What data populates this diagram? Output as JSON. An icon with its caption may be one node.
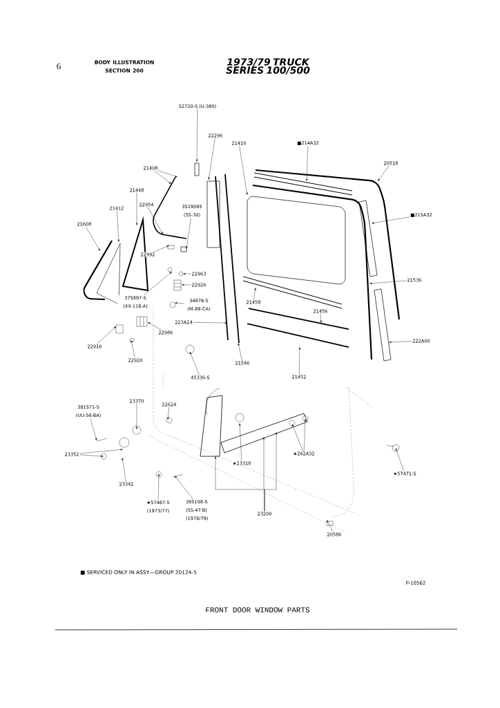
{
  "diagram": {
    "title": "1973/79 TRUCK SERIES 100/500",
    "caption": "FRONT DOOR WINDOW PARTS",
    "nodes": [
      {
        "text": [
          "52720-S (U-380)"
        ]
      },
      {
        "text": [
          "22296"
        ]
      },
      {
        "text": [
          "21410"
        ]
      },
      {
        "text": [
          "■214A32"
        ]
      },
      {
        "text": [
          "20518"
        ]
      },
      {
        "text": [
          "21408"
        ]
      },
      {
        "text": [
          "21448"
        ]
      },
      {
        "text": [
          "22954"
        ]
      },
      {
        "text": [
          "21412"
        ]
      },
      {
        "text": [
          "3519095 (SS-30)"
        ]
      },
      {
        "text": [
          "21608"
        ]
      },
      {
        "text": [
          "■215A32"
        ]
      },
      {
        "text": [
          "22992"
        ]
      },
      {
        "text": [
          "22963"
        ]
      },
      {
        "text": [
          "22926"
        ]
      },
      {
        "text": [
          "21536"
        ]
      },
      {
        "text": [
          "375897-S (XX-118-A)"
        ]
      },
      {
        "text": [
          "34976-S (M-89-CA)"
        ]
      },
      {
        "text": [
          "21458"
        ]
      },
      {
        "text": [
          "223A24"
        ]
      },
      {
        "text": [
          "21456"
        ]
      },
      {
        "text": [
          "22986"
        ]
      },
      {
        "text": [
          "22916"
        ]
      },
      {
        "text": [
          "222A00"
        ]
      },
      {
        "text": [
          "22920"
        ]
      },
      {
        "text": [
          "21546"
        ]
      },
      {
        "text": [
          "45336-S"
        ]
      },
      {
        "text": [
          "21452"
        ]
      },
      {
        "text": [
          "381571-S (UU-56-BA)"
        ]
      },
      {
        "text": [
          "23370"
        ]
      },
      {
        "text": [
          "22624"
        ]
      },
      {
        "text": [
          "23352"
        ]
      },
      {
        "text": [
          "23342"
        ]
      },
      {
        "text": [
          "★23318"
        ]
      },
      {
        "text": [
          "★262A32"
        ]
      },
      {
        "text": [
          "★57471-S"
        ]
      },
      {
        "text": [
          "★57487-S (1973/77)"
        ]
      },
      {
        "text": [
          "385198-S (SS-47-B) (1978/79)"
        ]
      },
      {
        "text": [
          "23200"
        ]
      },
      {
        "text": [
          "20586"
        ]
      }
    ],
    "edges": [
      {
        "from": 0,
        "to": null,
        "arrow": "to"
      },
      {
        "from": 1,
        "to": null,
        "arrow": "to"
      },
      {
        "from": 2,
        "to": null,
        "arrow": "to"
      },
      {
        "from": 3,
        "to": null,
        "arrow": "to"
      },
      {
        "from": 4,
        "to": null,
        "arrow": "to"
      },
      {
        "from": 5,
        "to": null,
        "arrow": "to"
      },
      {
        "from": 5,
        "to": null,
        "arrow": "to"
      },
      {
        "from": 6,
        "to": null,
        "arrow": "to"
      },
      {
        "from": 7,
        "to": null,
        "arrow": "to"
      },
      {
        "from": 8,
        "to": null,
        "arrow": "to"
      },
      {
        "from": 9,
        "to": null,
        "arrow": "to"
      },
      {
        "from": 10,
        "to": null,
        "arrow": "to"
      },
      {
        "from": 11,
        "to": null,
        "arrow": "to"
      },
      {
        "from": 12,
        "to": null,
        "arrow": "to"
      },
      {
        "from": 13,
        "to": null,
        "arrow": "to"
      },
      {
        "from": 14,
        "to": null,
        "arrow": "to"
      },
      {
        "from": 15,
        "to": null,
        "arrow": "to"
      },
      {
        "from": 16,
        "to": null,
        "arrow": "to"
      },
      {
        "from": 17,
        "to": null,
        "arrow": "to"
      },
      {
        "from": 18,
        "to": null,
        "arrow": "to"
      },
      {
        "from": 19,
        "to": null,
        "arrow": "to"
      },
      {
        "from": 20,
        "to": null,
        "arrow": "to"
      },
      {
        "from": 21,
        "to": null,
        "arrow": "to"
      },
      {
        "from": 22,
        "to": null,
        "arrow": "to"
      },
      {
        "from": 23,
        "to": null,
        "arrow": "to"
      },
      {
        "from": 24,
        "to": null,
        "arrow": "to"
      },
      {
        "from": 25,
        "to": null,
        "arrow": "to"
      },
      {
        "from": 26,
        "to": null,
        "arrow": "to"
      },
      {
        "from": 27,
        "to": null,
        "arrow": "to"
      },
      {
        "from": 28,
        "to": null,
        "arrow": "to"
      },
      {
        "from": 29,
        "to": null,
        "arrow": "to"
      },
      {
        "from": 30,
        "to": null,
        "arrow": "to"
      },
      {
        "from": 31,
        "to": null,
        "arrow": "to"
      },
      {
        "from": 31,
        "to": null,
        "arrow": "to"
      },
      {
        "from": 32,
        "to": null,
        "arrow": "to"
      },
      {
        "from": 33,
        "to": null,
        "arrow": "to"
      },
      {
        "from": 34,
        "to": null,
        "arrow": "to"
      },
      {
        "from": 34,
        "to": null,
        "arrow": "to"
      },
      {
        "from": 35,
        "to": null,
        "arrow": "to"
      },
      {
        "from": 36,
        "to": null,
        "arrow": "to"
      },
      {
        "from": 37,
        "to": null,
        "arrow": "to"
      },
      {
        "from": 38,
        "to": null,
        "arrow": "to"
      },
      {
        "from": 38,
        "to": null,
        "arrow": "to"
      },
      {
        "from": 38,
        "to": null,
        "arrow": "to"
      },
      {
        "from": 39,
        "to": null,
        "arrow": "to"
      }
    ],
    "labels": [
      "6",
      "BODY ILLUSTRATION SECTION 200",
      "■ SERVICED ONLY IN ASSY.—GROUP 20124-5",
      "P-10562"
    ]
  }
}
